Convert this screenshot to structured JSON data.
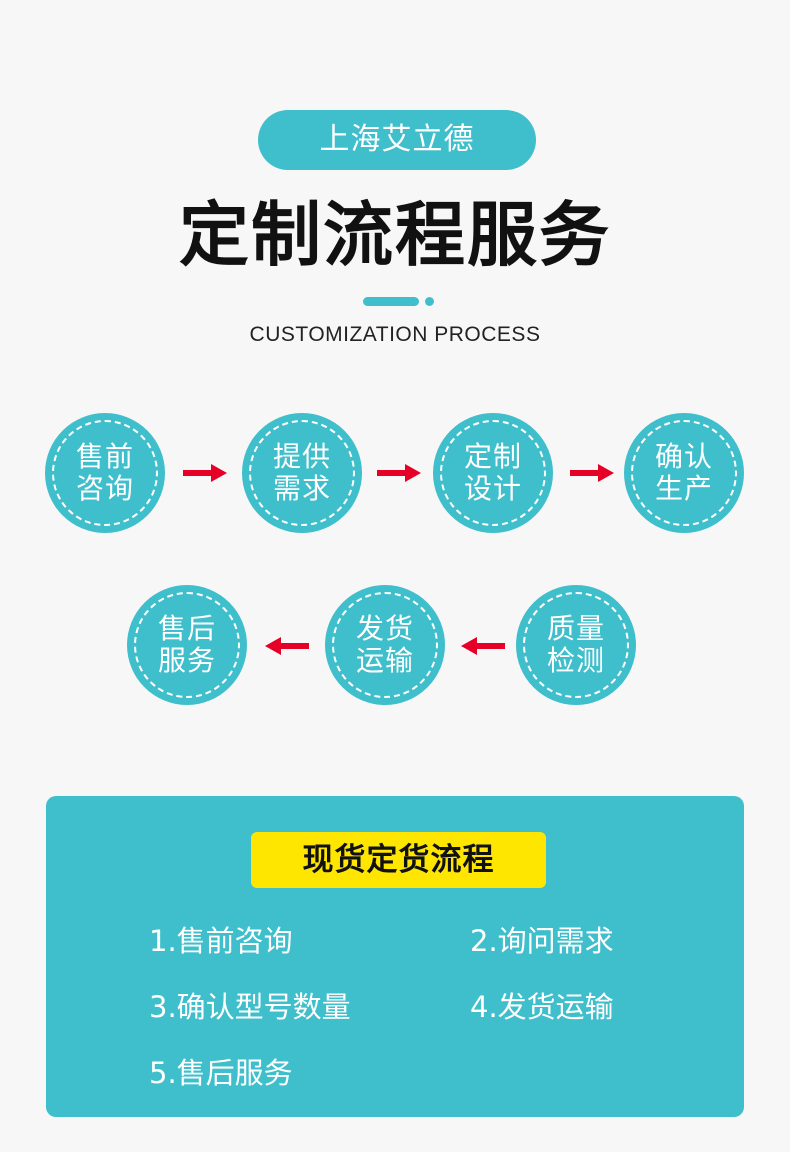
{
  "header": {
    "brand": "上海艾立德",
    "title": "定制流程服务",
    "subtitle": "CUSTOMIZATION PROCESS"
  },
  "steps": [
    {
      "line1": "售前",
      "line2": "咨询"
    },
    {
      "line1": "提供",
      "line2": "需求"
    },
    {
      "line1": "定制",
      "line2": "设计"
    },
    {
      "line1": "确认",
      "line2": "生产"
    },
    {
      "line1": "质量",
      "line2": "检测"
    },
    {
      "line1": "发货",
      "line2": "运输"
    },
    {
      "line1": "售后",
      "line2": "服务"
    }
  ],
  "panel": {
    "title": "现货定货流程",
    "items": [
      "1.售前咨询",
      "2.询问需求",
      "3.确认型号数量",
      "4.发货运输",
      "5.售后服务"
    ]
  },
  "colors": {
    "accent": "#3fbfcb",
    "arrow": "#e60028",
    "highlight": "#ffe600",
    "background": "#f7f7f7"
  }
}
